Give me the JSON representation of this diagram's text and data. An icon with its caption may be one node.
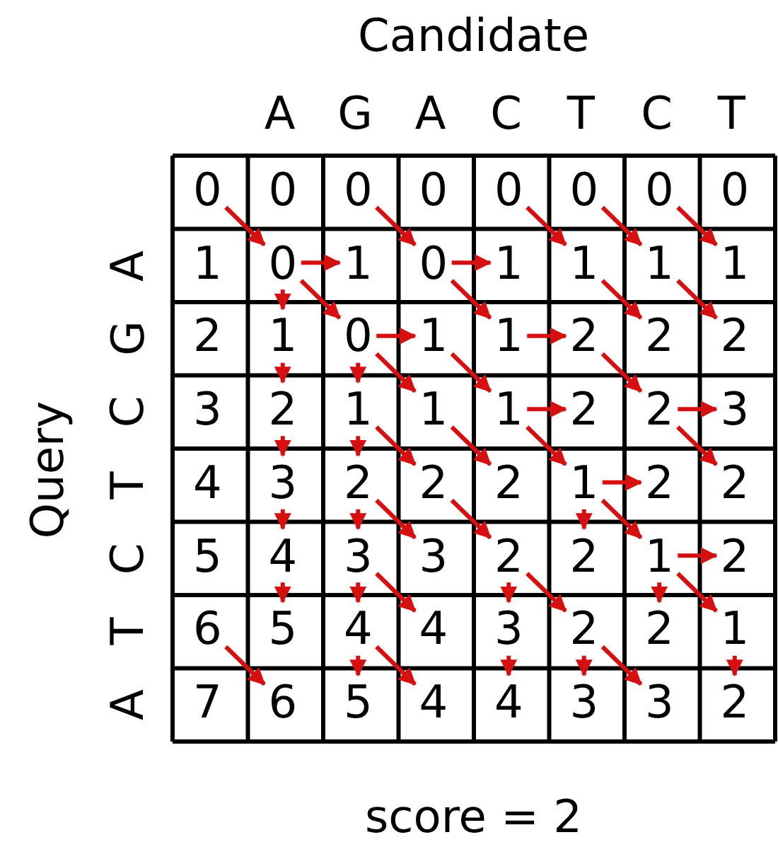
{
  "diagram": {
    "caption": "score = 2",
    "nodes": [
      {
        "text": [
          "0"
        ]
      },
      {
        "text": [
          "0"
        ]
      },
      {
        "text": [
          "0"
        ]
      },
      {
        "text": [
          "0"
        ]
      },
      {
        "text": [
          "0"
        ]
      },
      {
        "text": [
          "0"
        ]
      },
      {
        "text": [
          "0"
        ]
      },
      {
        "text": [
          "0"
        ]
      },
      {
        "text": [
          "1"
        ]
      },
      {
        "text": [
          "0"
        ]
      },
      {
        "text": [
          "1"
        ]
      },
      {
        "text": [
          "0"
        ]
      },
      {
        "text": [
          "1"
        ]
      },
      {
        "text": [
          "1"
        ]
      },
      {
        "text": [
          "1"
        ]
      },
      {
        "text": [
          "1"
        ]
      },
      {
        "text": [
          "2"
        ]
      },
      {
        "text": [
          "1"
        ]
      },
      {
        "text": [
          "0"
        ]
      },
      {
        "text": [
          "1"
        ]
      },
      {
        "text": [
          "1"
        ]
      },
      {
        "text": [
          "2"
        ]
      },
      {
        "text": [
          "2"
        ]
      },
      {
        "text": [
          "2"
        ]
      },
      {
        "text": [
          "3"
        ]
      },
      {
        "text": [
          "2"
        ]
      },
      {
        "text": [
          "1"
        ]
      },
      {
        "text": [
          "1"
        ]
      },
      {
        "text": [
          "1"
        ]
      },
      {
        "text": [
          "2"
        ]
      },
      {
        "text": [
          "2"
        ]
      },
      {
        "text": [
          "3"
        ]
      },
      {
        "text": [
          "4"
        ]
      },
      {
        "text": [
          "3"
        ]
      },
      {
        "text": [
          "2"
        ]
      },
      {
        "text": [
          "2"
        ]
      },
      {
        "text": [
          "2"
        ]
      },
      {
        "text": [
          "1"
        ]
      },
      {
        "text": [
          "2"
        ]
      },
      {
        "text": [
          "2"
        ]
      },
      {
        "text": [
          "5"
        ]
      },
      {
        "text": [
          "4"
        ]
      },
      {
        "text": [
          "3"
        ]
      },
      {
        "text": [
          "3"
        ]
      },
      {
        "text": [
          "2"
        ]
      },
      {
        "text": [
          "2"
        ]
      },
      {
        "text": [
          "1"
        ]
      },
      {
        "text": [
          "2"
        ]
      },
      {
        "text": [
          "6"
        ]
      },
      {
        "text": [
          "5"
        ]
      },
      {
        "text": [
          "4"
        ]
      },
      {
        "text": [
          "4"
        ]
      },
      {
        "text": [
          "3"
        ]
      },
      {
        "text": [
          "2"
        ]
      },
      {
        "text": [
          "2"
        ]
      },
      {
        "text": [
          "1"
        ]
      },
      {
        "text": [
          "7"
        ]
      },
      {
        "text": [
          "6"
        ]
      },
      {
        "text": [
          "5"
        ]
      },
      {
        "text": [
          "4"
        ]
      },
      {
        "text": [
          "4"
        ]
      },
      {
        "text": [
          "3"
        ]
      },
      {
        "text": [
          "3"
        ]
      },
      {
        "text": [
          "2"
        ]
      }
    ],
    "edges": [
      {
        "from": 0,
        "to": 9,
        "arrow": "to"
      },
      {
        "from": 2,
        "to": 11,
        "arrow": "to"
      },
      {
        "from": 4,
        "to": 13,
        "arrow": "to"
      },
      {
        "from": 5,
        "to": 14,
        "arrow": "to"
      },
      {
        "from": 6,
        "to": 15,
        "arrow": "to"
      },
      {
        "from": 9,
        "to": 10,
        "arrow": "to"
      },
      {
        "from": 9,
        "to": 17,
        "arrow": "to"
      },
      {
        "from": 9,
        "to": 18,
        "arrow": "to"
      },
      {
        "from": 11,
        "to": 12,
        "arrow": "to"
      },
      {
        "from": 11,
        "to": 20,
        "arrow": "to"
      },
      {
        "from": 13,
        "to": 22,
        "arrow": "to"
      },
      {
        "from": 14,
        "to": 23,
        "arrow": "to"
      },
      {
        "from": 17,
        "to": 25,
        "arrow": "to"
      },
      {
        "from": 18,
        "to": 19,
        "arrow": "to"
      },
      {
        "from": 18,
        "to": 26,
        "arrow": "to"
      },
      {
        "from": 18,
        "to": 27,
        "arrow": "to"
      },
      {
        "from": 19,
        "to": 28,
        "arrow": "to"
      },
      {
        "from": 20,
        "to": 21,
        "arrow": "to"
      },
      {
        "from": 21,
        "to": 30,
        "arrow": "to"
      },
      {
        "from": 25,
        "to": 33,
        "arrow": "to"
      },
      {
        "from": 26,
        "to": 34,
        "arrow": "to"
      },
      {
        "from": 26,
        "to": 35,
        "arrow": "to"
      },
      {
        "from": 27,
        "to": 36,
        "arrow": "to"
      },
      {
        "from": 28,
        "to": 29,
        "arrow": "to"
      },
      {
        "from": 28,
        "to": 37,
        "arrow": "to"
      },
      {
        "from": 30,
        "to": 31,
        "arrow": "to"
      },
      {
        "from": 30,
        "to": 39,
        "arrow": "to"
      },
      {
        "from": 33,
        "to": 41,
        "arrow": "to"
      },
      {
        "from": 34,
        "to": 42,
        "arrow": "to"
      },
      {
        "from": 34,
        "to": 43,
        "arrow": "to"
      },
      {
        "from": 35,
        "to": 44,
        "arrow": "to"
      },
      {
        "from": 37,
        "to": 38,
        "arrow": "to"
      },
      {
        "from": 37,
        "to": 45,
        "arrow": "to"
      },
      {
        "from": 37,
        "to": 46,
        "arrow": "to"
      },
      {
        "from": 41,
        "to": 49,
        "arrow": "to"
      },
      {
        "from": 42,
        "to": 50,
        "arrow": "to"
      },
      {
        "from": 42,
        "to": 51,
        "arrow": "to"
      },
      {
        "from": 44,
        "to": 52,
        "arrow": "to"
      },
      {
        "from": 44,
        "to": 53,
        "arrow": "to"
      },
      {
        "from": 46,
        "to": 47,
        "arrow": "to"
      },
      {
        "from": 46,
        "to": 54,
        "arrow": "to"
      },
      {
        "from": 46,
        "to": 55,
        "arrow": "to"
      },
      {
        "from": 48,
        "to": 57,
        "arrow": "to"
      },
      {
        "from": 50,
        "to": 58,
        "arrow": "to"
      },
      {
        "from": 50,
        "to": 59,
        "arrow": "to"
      },
      {
        "from": 52,
        "to": 60,
        "arrow": "to"
      },
      {
        "from": 53,
        "to": 61,
        "arrow": "to"
      },
      {
        "from": 53,
        "to": 62,
        "arrow": "to"
      },
      {
        "from": 55,
        "to": 63,
        "arrow": "to"
      }
    ],
    "labels": [
      "Candidate",
      "A",
      "G",
      "A",
      "C",
      "T",
      "C",
      "T",
      "Query",
      "A",
      "G",
      "C",
      "T",
      "C",
      "T",
      "A"
    ]
  }
}
